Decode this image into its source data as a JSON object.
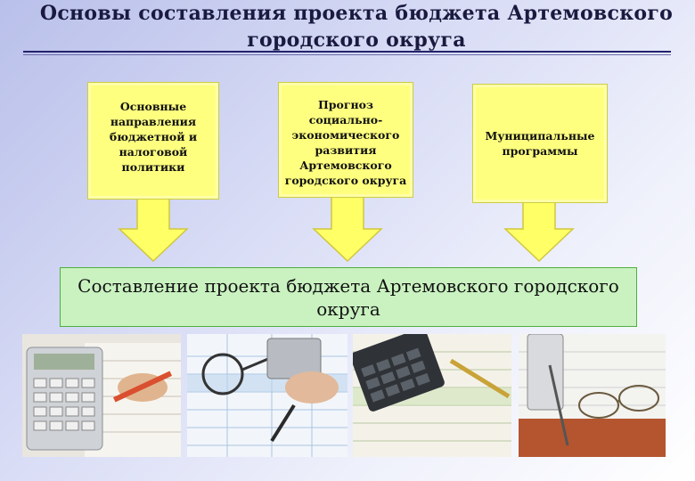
{
  "title": "Основы составления проекта бюджета Артемовского городского округа",
  "title_line1": "Основы составления проекта бюджета Артемовского",
  "title_line2": "городского округа",
  "boxes": [
    {
      "lines": [
        "Основные",
        "направления",
        "бюджетной и",
        "налоговой",
        "политики"
      ]
    },
    {
      "lines": [
        "Прогноз социально-",
        "экономического",
        "развития",
        "Артемовского",
        "городского округа"
      ]
    },
    {
      "lines": [
        "Муниципальные",
        "программы"
      ]
    }
  ],
  "result": {
    "line1": "Составление проекта бюджета Артемовского городского",
    "line2": "округа"
  },
  "colors": {
    "box_fill": "#ffff7f",
    "arrow_fill": "#ffff66",
    "result_fill": "#c9f2c0",
    "result_border": "#4fae3f",
    "title": "#1a1a40"
  },
  "photos": [
    "calculator-and-documents",
    "pen-and-spreadsheet",
    "calculator-on-accounting-sheets",
    "glasses-and-calculator"
  ]
}
